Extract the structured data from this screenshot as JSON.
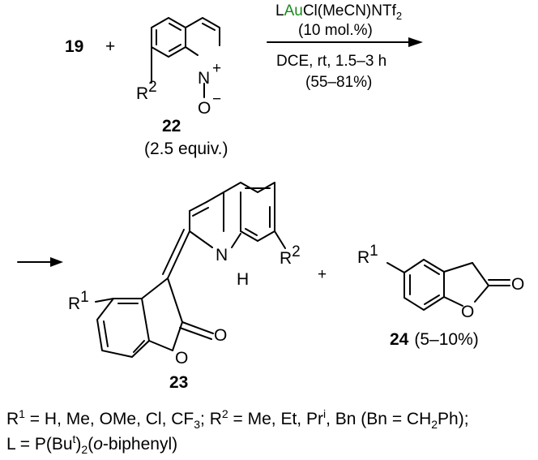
{
  "reactant": {
    "number": "19",
    "plus": "+"
  },
  "quinoline": {
    "n_label": "N",
    "n_charge": "+",
    "o_label": "O",
    "o_charge": "−",
    "r_label": "R",
    "r_sup": "2",
    "number": "22",
    "equiv": "(2.5 equiv.)"
  },
  "arrow": {
    "catalyst_pre": "L",
    "catalyst_metal": "Au",
    "catalyst_post": "Cl(MeCN)NTf",
    "catalyst_sub": "2",
    "loading": "(10 mol.%)",
    "conditions": "DCE, rt, 1.5–3 h",
    "yield": "(55–81%)"
  },
  "product23": {
    "n_label": "N",
    "h_label": "H",
    "r2_label": "R",
    "r2_sup": "2",
    "r1_label": "R",
    "r1_sup": "1",
    "o_carbonyl": "O",
    "o_ring": "O",
    "number": "23"
  },
  "plus2": "+",
  "product24": {
    "r1_label": "R",
    "r1_sup": "1",
    "o_carbonyl": "O",
    "o_ring": "O",
    "number": "24",
    "yield": "(5–10%)"
  },
  "colors": {
    "gold": "#1a8a1a"
  },
  "footer": {
    "line1": {
      "r1": "R",
      "r1_sup": "1",
      "r1_values": " = H, Me, OMe, Cl, CF",
      "cf3_sub": "3",
      "sep": "; ",
      "r2": "R",
      "r2_sup": "2",
      "r2_values": " = Me, Et, Pr",
      "pr_sup": "i",
      "bn": ", Bn (Bn = CH",
      "ch2_sub": "2",
      "ph": "Ph);"
    },
    "line2": {
      "l_pre": "L = P(Bu",
      "bu_sup": "t",
      "close": ")",
      "two_sub": "2",
      "open": "(",
      "o_italic": "o",
      "biphenyl": "-biphenyl)"
    }
  }
}
